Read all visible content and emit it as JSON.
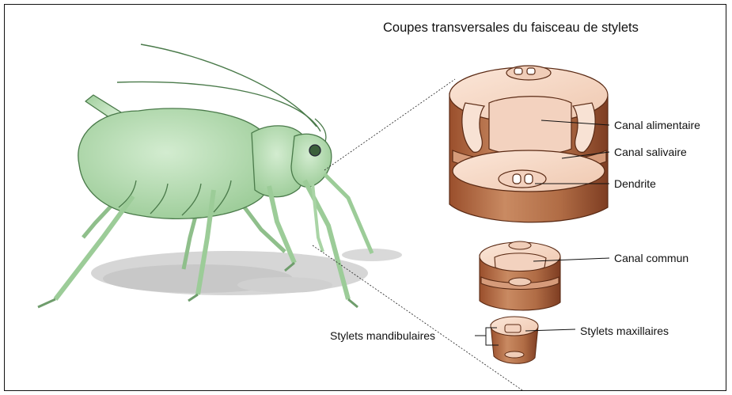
{
  "title": "Coupes transversales du faisceau de stylets",
  "labels": {
    "canal_alimentaire": "Canal alimentaire",
    "canal_salivaire": "Canal salivaire",
    "dendrite": "Dendrite",
    "canal_commun": "Canal commun",
    "stylets_mandibulaires": "Stylets mandibulaires",
    "stylets_maxillaires": "Stylets maxillaires"
  },
  "colors": {
    "aphid_body": "#b7dcb3",
    "aphid_outline": "#4a7a4a",
    "section_face": "#f6d9c8",
    "section_side": "#b86d47",
    "section_dark": "#7a3c22",
    "shadow": "#cfcfcf"
  }
}
